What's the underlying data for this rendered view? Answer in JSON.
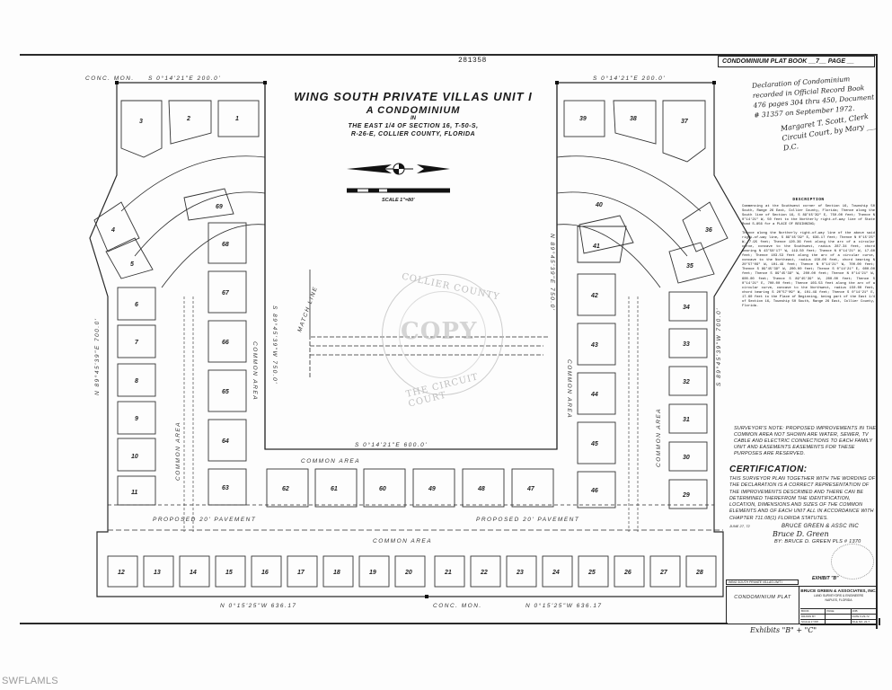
{
  "document": {
    "doc_number": "281358",
    "plat_book_label": "CONDOMINIUM PLAT BOOK __7__ PAGE __",
    "recording_note": "Declaration of Condominium recorded in Official Record Book 476 pages 304 thru 450, Document # 31357 on September 1972.",
    "recording_signature": "Margaret T. Scott, Clerk Circuit Court, by Mary ___ D.C."
  },
  "title": {
    "main": "WING SOUTH PRIVATE VILLAS UNIT I",
    "sub": "A CONDOMINIUM",
    "in": "IN",
    "location_line1": "THE EAST 1/4 OF SECTION 16, T-50-S,",
    "location_line2": "R-26-E, COLLIER COUNTY, FLORIDA",
    "scale": "SCALE 1\"=80'"
  },
  "plat": {
    "top_left_bearing": "S 0°14'21\"E   200.0'",
    "top_right_bearing": "S 0°14'21\"E   200.0'",
    "center_bearing": "S 0°14'21\"E   600.0'",
    "bottom_left_bearing": "N 0°15'25\"W   636.17",
    "bottom_right_bearing": "N 0°15'25\"W   636.17",
    "left_side_bearing": "N 89°45'39\"E   700.0'",
    "inner_left_bearing": "S 89°45'39\"W   750.0'",
    "inner_right_bearing": "N 89°45'39\"E   750.0'",
    "right_side_bearing": "S 89°45'39\"W   700.0'",
    "common_area": "COMMON AREA",
    "proposed_pavement": "PROPOSED 20' PAVEMENT",
    "match_line": "MATCH LINE",
    "conc_mon": "CONC. MON.",
    "lots_top_left": [
      "3",
      "2",
      "1"
    ],
    "lots_top_right": [
      "39",
      "38",
      "37"
    ],
    "lots_arc_left": [
      "4",
      "5",
      "69",
      "68"
    ],
    "lots_arc_right": [
      "40",
      "36",
      "35"
    ],
    "lots_left_column": [
      "6",
      "7",
      "8",
      "9",
      "10",
      "11"
    ],
    "lots_inner_left_column": [
      "67",
      "66",
      "65",
      "64",
      "63"
    ],
    "lots_inner_right_column": [
      "41",
      "42",
      "43",
      "44",
      "45",
      "46"
    ],
    "lots_right_column": [
      "34",
      "33",
      "32",
      "31",
      "30",
      "29"
    ],
    "lots_middle_row": [
      "62",
      "61",
      "60",
      "49",
      "48",
      "47"
    ],
    "lots_bottom_row": [
      "12",
      "13",
      "14",
      "15",
      "16",
      "17",
      "18",
      "19",
      "20",
      "21",
      "22",
      "23",
      "24",
      "25",
      "26",
      "27",
      "28"
    ]
  },
  "seal": {
    "top_text": "COLLIER COUNTY",
    "center_text": "COPY",
    "bottom_text": "THE CIRCUIT COURT"
  },
  "description": {
    "heading": "DESCRIPTION",
    "paragraph1": "Commencing at the Southwest corner of Section 16, Township 50 South, Range 26 East, Collier County, Florida; Thence along the South line of Section 16, S 89°45'39\" E, 750.00 feet; Thence N 0°14'21\" W, 50 feet to the Northerly right-of-way line of State Road S-856 for a PLACE OF BEGINNING;",
    "paragraph2": "Thence along the Northerly right-of-way line of the above said right-of-way line, S 89°45'39\" E, 636.17 feet; Thence N 0°15'25\" W, 7.95 feet; Thence 120.36 feet along the arc of a circular curve, concave to the Southwest, radius 287.34 feet, chord bearing N 43°58'17\" W, 119.50 feet; Thence N 0°14'21\" W, 17.60 feet; Thence 103.53 feet along the arc of a circular curve, concave to the Northeast, radius 150.00 feet, chord bearing N 20°57'09\" W, 101.49 feet; Thence N 0°14'21\" W, 700.00 feet; Thence S 89°45'39\" W, 200.00 feet; Thence S 0°14'21\" E, 600.00 feet; Thence S 89°45'39\" W, 200.00 feet; Thence N 0°14'21\" W, 600.00 feet; Thence S 89°45'39\" W, 200.00 feet; Thence S 0°14'21\" E, 700.00 feet; Thence 103.53 feet along the arc of a circular curve, concave to the Northwest, radius 150.00 feet, chord bearing S 20°57'09\" W, 101.49 feet; Thence S 0°14'21\" E, 17.60 feet to the Place of Beginning, being part of the East 1/4 of Section 16, Township 50 South, Range 26 East, Collier County, Florida."
  },
  "surveyor_note": "SURVEYOR'S NOTE: PROPOSED IMPROVEMENTS IN THE COMMON AREA NOT SHOWN ARE WATER, SEWER, TV CABLE AND ELECTRIC CONNECTIONS TO EACH FAMILY UNIT AND EASEMENTS EASEMENTS FOR THESE PURPOSES ARE RESERVED.",
  "certification": {
    "title": "CERTIFICATION:",
    "body": "THIS SURVEYOR PLAN TOGETHER WITH THE WORDING OF THE DECLARATION IS A CORRECT REPRESENTATION OF THE IMPROVEMENTS DESCRIBED AND THERE CAN BE DETERMINED THEREFROM THE IDENTIFICATION, LOCATION, DIMENSIONS AND SIZES OF THE COMMON ELEMENTS AND OF EACH UNIT ALL IN ACCORDANCE WITH CHAPTER 711.08(1) FLORIDA STATUTES.",
    "date": "JUNE 27, 72",
    "firm": "BRUCE GREEN & ASSC INC",
    "signature": "Bruce D. Green",
    "by_line": "BY: BRUCE D. GREEN PLS # 1370"
  },
  "title_box": {
    "exhibit": "EXHIBIT \"B\"",
    "header_strip": "WING SOUTH PRIVATE VILLAS UNIT I",
    "plat_name": "CONDOMINIUM PLAT",
    "firm_name": "BRUCE GREEN & ASSOCIATES, INC.",
    "firm_sub1": "LAND SURVEYORS & ENGINEERS",
    "firm_sub2": "NAPLES, FLORIDA",
    "cells": [
      "BOOK",
      "PAGE",
      "JOB",
      "DRAWN BY",
      "",
      "DATE 6-29-72",
      "SCALE 1\"=80'",
      "",
      "FILE NO. 22-7"
    ]
  },
  "exhibits_note": "Exhibits \"B\" + \"C\"",
  "watermark": "SWFLAMLS"
}
